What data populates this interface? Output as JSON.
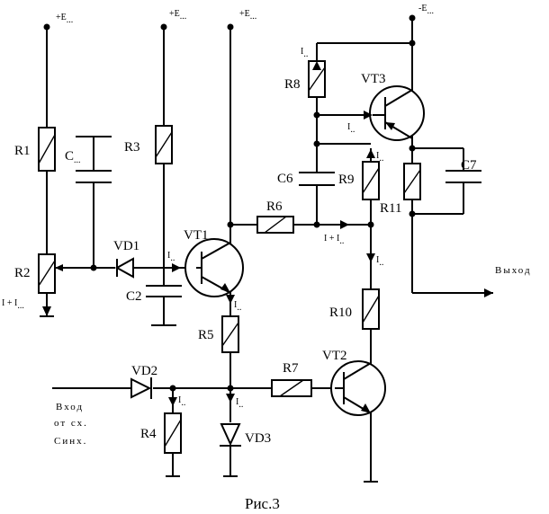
{
  "caption": "Рис.3",
  "supplies": {
    "e1": "+E",
    "e2": "+E",
    "e3": "+E",
    "e4": "-E",
    "sub": "..."
  },
  "components": {
    "r1": "R1",
    "r2": "R2",
    "r3": "R3",
    "r4": "R4",
    "r5": "R5",
    "r6": "R6",
    "r7": "R7",
    "r8": "R8",
    "r9": "R9",
    "r10": "R10",
    "r11": "R11",
    "c1": "C",
    "c2": "C2",
    "c6": "C6",
    "c7": "C7",
    "vd1": "VD1",
    "vd2": "VD2",
    "vd3": "VD3",
    "vt1": "VT1",
    "vt2": "VT2",
    "vt3": "VT3"
  },
  "currents": {
    "i_r2": "I + I",
    "i_r2_sub": "...",
    "i_vd1": "I",
    "i_vd1_sub": "..",
    "i_r8": "I",
    "i_r8_sub": "..",
    "i_vt3b": "I",
    "i_vt3b_sub": "..",
    "i_r9": "I",
    "i_r9_sub": "..",
    "i_node": "I + I",
    "i_node_sub": "..",
    "i_r10": "I",
    "i_r10_sub": "..",
    "i_r5": "I",
    "i_r5_sub": "..",
    "i_r4": "I",
    "i_r4_sub": "..",
    "i_vd3": "I",
    "i_vd3_sub": ".."
  },
  "io": {
    "input_line1": "Вход",
    "input_line2": "от сх.",
    "input_line3": "Синх.",
    "output": "Выход"
  }
}
